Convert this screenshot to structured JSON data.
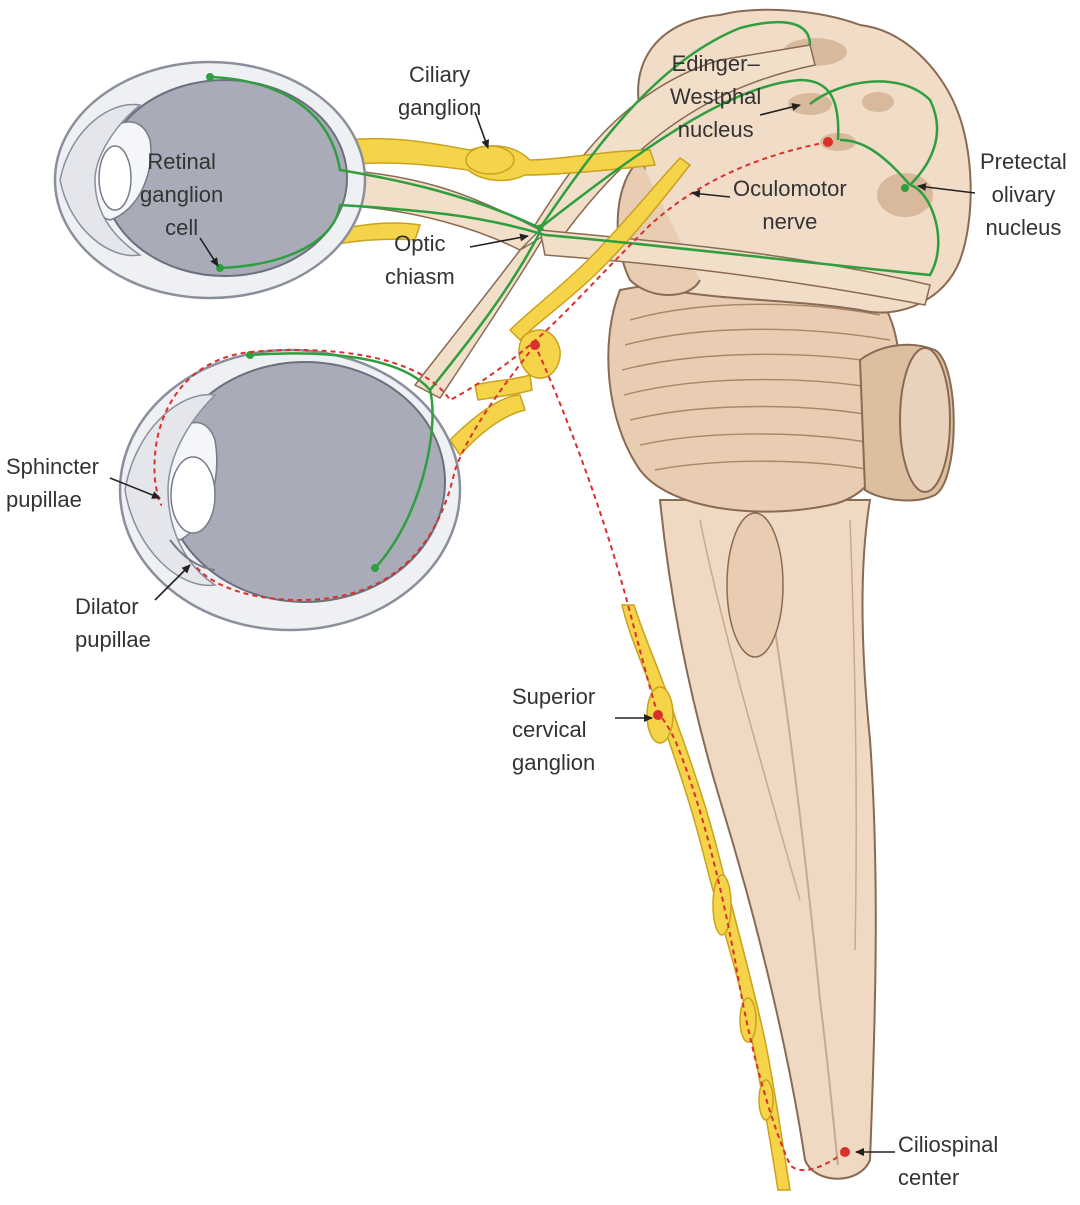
{
  "colors": {
    "brainstem": "#efd9c3",
    "brainstem_shade": "#d9b99b",
    "brainstem_outline": "#8a6a52",
    "eye_sclera": "#eef0f4",
    "eye_inner": "#a9acb8",
    "nerve_yellow": "#f5d44a",
    "nerve_yellow_outline": "#c9a21e",
    "pathway_green": "#2f9e3f",
    "pathway_red": "#d9302c",
    "text": "#333333"
  },
  "labels": {
    "retinal_ganglion_cell": "Retinal\nganglion\ncell",
    "ciliary_ganglion": "Ciliary\nganglion",
    "edinger_westphal_nucleus": "Edinger–\nWestphal\nnucleus",
    "pretectal_olivary_nucleus": "Pretectal\nolivary\nnucleus",
    "oculomotor_nerve": "Oculomotor\nnerve",
    "optic_chiasm": "Optic\nchiasm",
    "sphincter_pupillae": "Sphincter\npupillae",
    "dilator_pupillae": "Dilator\npupillae",
    "superior_cervical_ganglion": "Superior\ncervical\nganglion",
    "ciliospinal_center": "Ciliospinal\ncenter"
  }
}
